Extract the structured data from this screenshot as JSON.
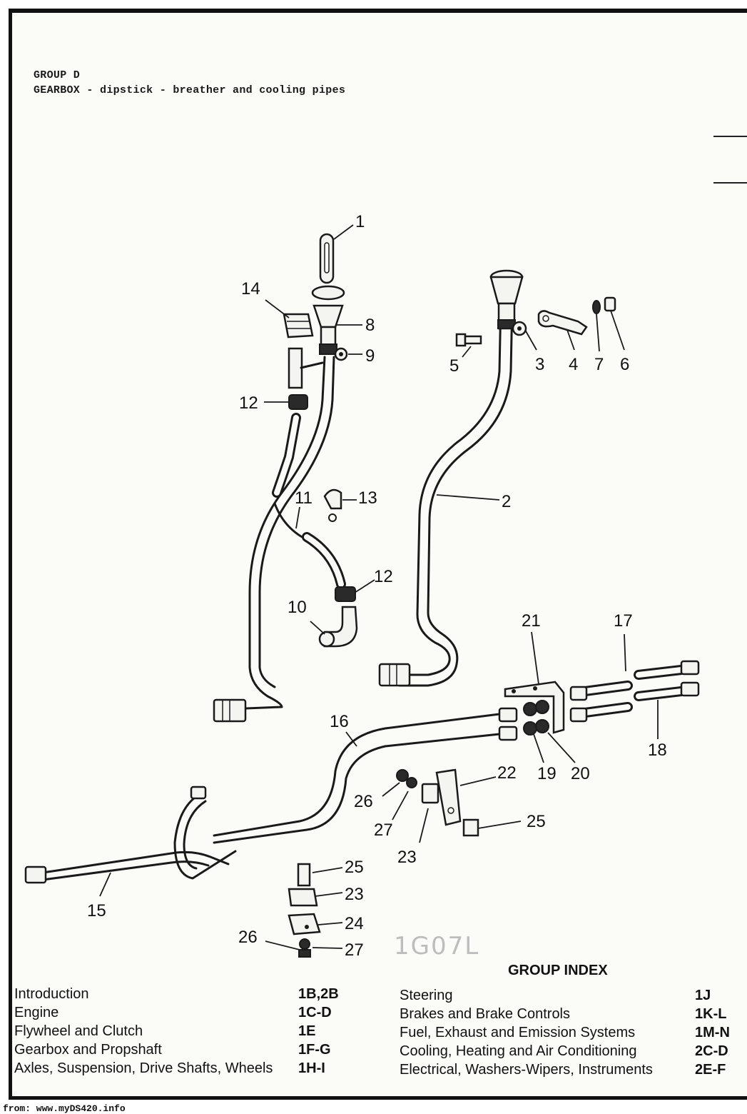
{
  "header": {
    "group": "GROUP D",
    "subtitle": "GEARBOX - dipstick - breather and cooling pipes"
  },
  "diagram": {
    "callouts": [
      "1",
      "2",
      "3",
      "4",
      "5",
      "6",
      "7",
      "8",
      "9",
      "10",
      "11",
      "12",
      "12",
      "13",
      "14",
      "15",
      "16",
      "17",
      "18",
      "19",
      "20",
      "21",
      "22",
      "23",
      "23",
      "24",
      "25",
      "25",
      "26",
      "26",
      "27",
      "27"
    ],
    "handwritten_ref": "1G07L"
  },
  "index": {
    "title": "GROUP INDEX",
    "left": [
      {
        "label": "Introduction",
        "code": "1B,2B"
      },
      {
        "label": "Engine",
        "code": "1C-D"
      },
      {
        "label": "Flywheel and Clutch",
        "code": "1E"
      },
      {
        "label": "Gearbox and Propshaft",
        "code": "1F-G"
      },
      {
        "label": "Axles, Suspension, Drive Shafts, Wheels",
        "code": "1H-I"
      }
    ],
    "right": [
      {
        "label": "Steering",
        "code": "1J"
      },
      {
        "label": "Brakes and Brake Controls",
        "code": "1K-L"
      },
      {
        "label": "Fuel, Exhaust and Emission Systems",
        "code": "1M-N"
      },
      {
        "label": "Cooling, Heating and Air Conditioning",
        "code": "2C-D"
      },
      {
        "label": "Electrical, Washers-Wipers, Instruments",
        "code": "2E-F"
      }
    ]
  },
  "footer": {
    "source": "from: www.myDS420.info"
  }
}
